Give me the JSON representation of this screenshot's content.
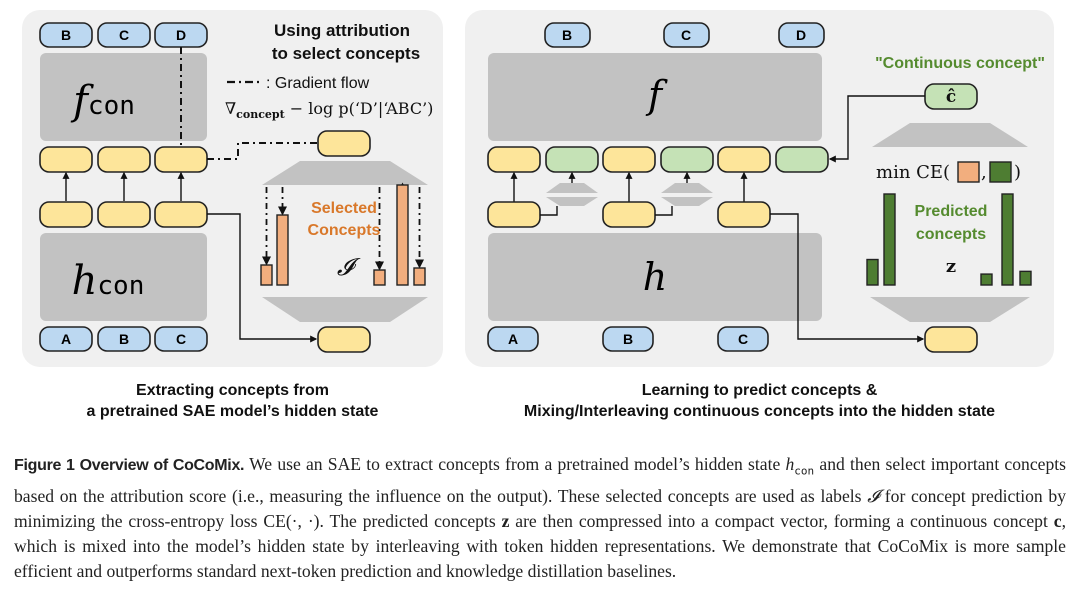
{
  "colors": {
    "token_fill": "#bcd8f1",
    "hidden_fill": "#fde59a",
    "concept_fill": "#c5e2b6",
    "model_block": "#c2c2c2",
    "panel_bg": "#f0f0f0",
    "selected_bar": "#f2ae7e",
    "predicted_bar": "#4e7d32",
    "orange_text": "#d9782a",
    "green_text": "#558b2f"
  },
  "left_panel": {
    "output_tokens": [
      "B",
      "C",
      "D"
    ],
    "input_tokens": [
      "A",
      "B",
      "C"
    ],
    "f_label": "f",
    "f_sub": "con",
    "h_label": "h",
    "h_sub": "con",
    "title_line1": "Using attribution",
    "title_line2": "to select concepts",
    "legend_dash": "- · -",
    "legend_text": ": Gradient flow",
    "grad_nabla": "∇",
    "grad_sub": "concept",
    "grad_expr": " − log p(‘D’|‘ABC’)",
    "selected_line1": "Selected",
    "selected_line2": "Concepts",
    "label_symbol": "𝓘",
    "selected_bar_values": [
      0.2,
      0.7,
      0.15,
      1.0,
      0.17
    ],
    "subcaption_line1": "Extracting concepts from",
    "subcaption_line2": "a pretrained SAE model’s hidden state"
  },
  "right_panel": {
    "output_tokens": [
      "B",
      "C",
      "D"
    ],
    "input_tokens": [
      "A",
      "B",
      "C"
    ],
    "f_label": "f",
    "h_label": "h",
    "continuous_label": "\"Continuous concept\"",
    "c_hat": "ĉ",
    "loss_prefix": "min CE(",
    "loss_comma": ",",
    "loss_suffix": ")",
    "predicted_line1": "Predicted",
    "predicted_line2": "concepts",
    "z_label": "z",
    "predicted_bar_values": [
      0.28,
      1.0,
      0.12,
      1.0,
      0.15
    ],
    "subcaption_line1": "Learning to predict concepts &",
    "subcaption_line2": "Mixing/Interleaving continuous concepts into the hidden state"
  },
  "caption": {
    "lead": "Figure 1  Overview of CoCoMix.",
    "s1": " We use an SAE to extract concepts from a pretrained model’s hidden state ",
    "h": "h",
    "h_sub": "con",
    "s2": " and then select important concepts based on the attribution score (i.e., measuring the influence on the output). These selected concepts are used as labels ",
    "I": "𝓘",
    "s3": " for concept prediction by minimizing the cross-entropy loss CE(·, ·). The predicted concepts ",
    "z": "z",
    "s4": " are then compressed into a compact vector, forming a continuous concept ",
    "c": "c",
    "s5": ", which is mixed into the model’s hidden state by interleaving with token hidden representations. We demonstrate that CoCoMix is more sample efficient and outperforms standard next-token prediction and knowledge distillation baselines."
  }
}
